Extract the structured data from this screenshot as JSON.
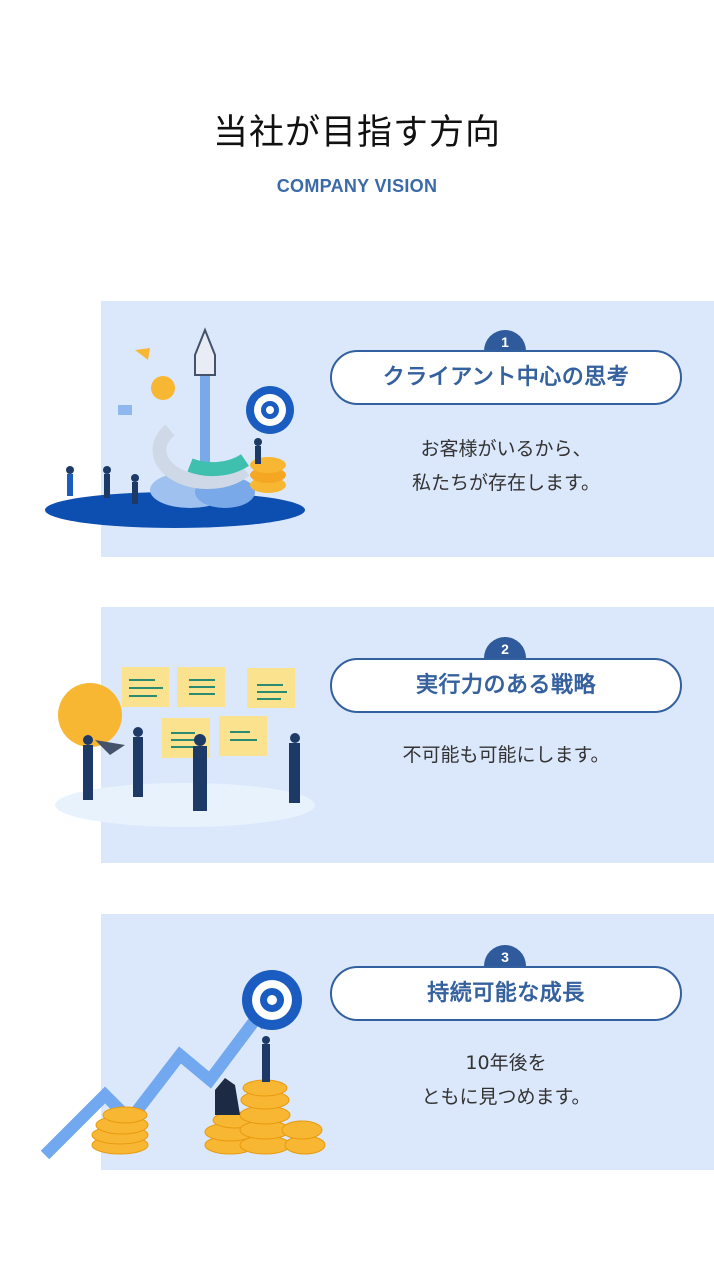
{
  "header": {
    "title": "当社が目指す方向",
    "subtitle": "COMPANY VISION"
  },
  "colors": {
    "accent": "#36619f",
    "badge": "#2f5a9c",
    "panel_bg": "#dbe8fb",
    "subtitle": "#3a6aa8"
  },
  "visions": [
    {
      "number": "1",
      "title": "クライアント中心の思考",
      "description_lines": [
        "お客様がいるから、",
        "私たちが存在します。"
      ],
      "illustration": "rocket-launch-teamwork-illustration"
    },
    {
      "number": "2",
      "title": "実行力のある戦略",
      "description_lines": [
        "不可能も可能にします。"
      ],
      "illustration": "lightbulb-sticky-notes-strategy-illustration"
    },
    {
      "number": "3",
      "title": "持続可能な成長",
      "description_lines": [
        "10年後を",
        "ともに見つめます。"
      ],
      "illustration": "growth-arrow-coins-target-illustration"
    }
  ]
}
